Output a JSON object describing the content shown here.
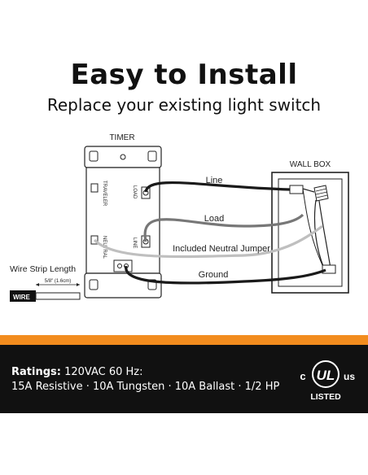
{
  "header": {
    "title": "Easy to Install",
    "subtitle": "Replace your existing light switch"
  },
  "diagram": {
    "timer_label": "TIMER",
    "wall_box_label": "WALL BOX",
    "terminal_labels": {
      "traveler": "TRAVELER",
      "load": "LOAD",
      "neutral": "NEUTRAL",
      "line": "LINE"
    },
    "wires": {
      "line": "Line",
      "load": "Load",
      "neutral_jumper": "Included Neutral Jumper",
      "ground": "Ground"
    },
    "wire_strip": {
      "title": "Wire Strip Length",
      "measure": "5/8\" (1.6cm)",
      "wire_label": "WIRE"
    }
  },
  "footer": {
    "ratings_label": "Ratings:",
    "ratings_line1": "120VAC 60 Hz:",
    "ratings_line2": "15A Resistive · 10A Tungsten · 10A Ballast · 1/2 HP",
    "ul": {
      "c": "c",
      "ul": "UL",
      "us": "us",
      "listed": "LISTED"
    }
  },
  "colors": {
    "accent_orange": "#f28c1e",
    "footer_bg": "#111111",
    "wire_black": "#1a1a1a",
    "wire_gray": "#777777",
    "wire_light": "#bfbfbf"
  }
}
